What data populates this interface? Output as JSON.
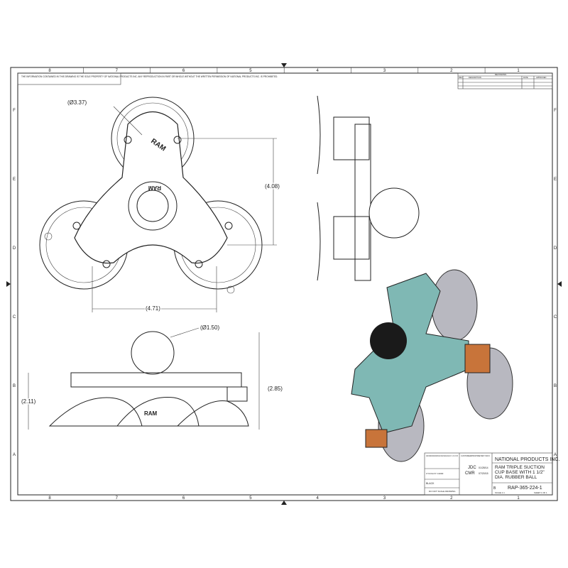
{
  "border": {
    "columns": [
      "8",
      "7",
      "6",
      "5",
      "4",
      "3",
      "2",
      "1"
    ],
    "rows": [
      "F",
      "E",
      "D",
      "C",
      "B",
      "A"
    ]
  },
  "notice": "THE INFORMATION CONTAINED IN THIS DRAWING IS THE SOLE PROPERTY OF NATIONAL PRODUCTS INC. ANY REPRODUCTION IN PART OR WHOLE WITHOUT THE WRITTEN PERMISSION OF NATIONAL PRODUCTS INC. IS PROHIBITED.",
  "revisions": {
    "title": "REVISIONS",
    "headers": [
      "REV.",
      "DESCRIPTION",
      "DATE",
      "APPROVED"
    ]
  },
  "dimensions": {
    "cup_dia": "(Ø3.37)",
    "height_top": "(4.08)",
    "width_bottom": "(4.71)",
    "ball_dia": "(Ø1.50)",
    "base_height": "(2.11)",
    "overall_height": "(2.85)"
  },
  "logo_text": "RAM",
  "title_block": {
    "tolerance_note": "UNLESS OTHERWISE SPECIFIED DIMENSIONS ARE IN INCHES TOLERANCES: ANGULAR ±1° .X ±.1 .XX ±.01 .XXX ±.005",
    "material": "CYCOLOY C1000",
    "finish": "BLACK",
    "do_not_scale": "DO NOT SCALE DRAWING",
    "confidential": "CUSTOMER/PROPRIETARY INFO",
    "drawn_by": "JDC",
    "drawn_date": "01/28/14",
    "checked_by": "CMR",
    "checked_date": "07/20/15",
    "company": "NATIONAL PRODUCTS INC.",
    "title_lines": [
      "RAM TRIPLE SUCTION",
      "CUP BASE WITH 1 1/2\"",
      "DIA. RUBBER BALL"
    ],
    "size": "B",
    "part_number": "RAP-365-224-1",
    "scale": "SCALE 1:1",
    "sheet": "SHEET 1 OF 1"
  },
  "colors": {
    "line": "#222222",
    "teal": "#7fb8b4",
    "orange": "#c8743a",
    "ball": "#1a1a1a",
    "cup": "#b8b8c0"
  }
}
